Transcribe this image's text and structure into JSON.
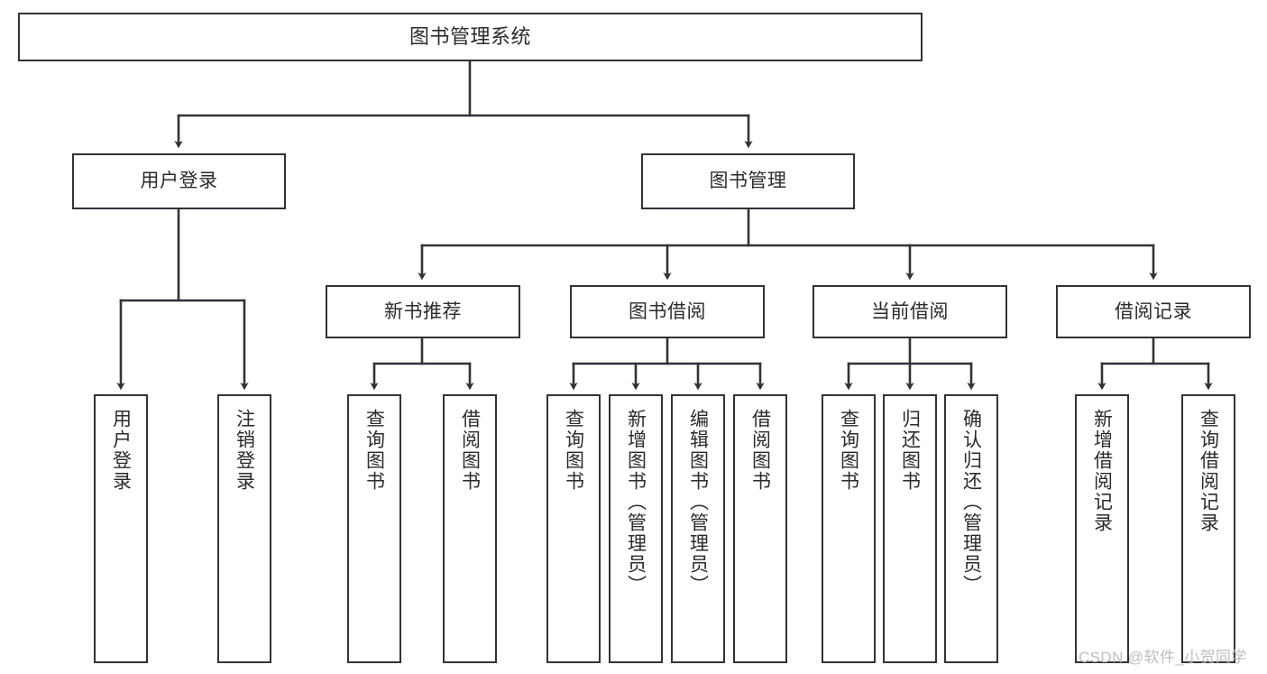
{
  "diagram": {
    "title": "图书管理系统",
    "type": "tree",
    "root": {
      "label": "图书管理系统",
      "id": "root"
    },
    "level2": [
      {
        "id": "user-login",
        "label": "用户登录"
      },
      {
        "id": "book-manage",
        "label": "图书管理"
      }
    ],
    "level3": [
      {
        "id": "new-book-recommend",
        "label": "新书推荐",
        "parent": "book-manage"
      },
      {
        "id": "book-borrow",
        "label": "图书借阅",
        "parent": "book-manage"
      },
      {
        "id": "current-borrow",
        "label": "当前借阅",
        "parent": "book-manage"
      },
      {
        "id": "borrow-record",
        "label": "借阅记录",
        "parent": "book-manage"
      }
    ],
    "leaves": {
      "user-login": [
        {
          "id": "leaf-user-login",
          "label": "用户登录"
        },
        {
          "id": "leaf-user-logout",
          "label": "注销登录"
        }
      ],
      "new-book-recommend": [
        {
          "id": "leaf-query-book-1",
          "label": "查询图书"
        },
        {
          "id": "leaf-borrow-book-1",
          "label": "借阅图书"
        }
      ],
      "book-borrow": [
        {
          "id": "leaf-query-book-2",
          "label": "查询图书"
        },
        {
          "id": "leaf-add-book",
          "label": "新增图书（管理员）"
        },
        {
          "id": "leaf-edit-book",
          "label": "编辑图书（管理员）"
        },
        {
          "id": "leaf-borrow-book-2",
          "label": "借阅图书"
        }
      ],
      "current-borrow": [
        {
          "id": "leaf-query-book-3",
          "label": "查询图书"
        },
        {
          "id": "leaf-return-book",
          "label": "归还图书"
        },
        {
          "id": "leaf-confirm-return",
          "label": "确认归还（管理员）"
        }
      ],
      "borrow-record": [
        {
          "id": "leaf-add-record",
          "label": "新增借阅记录"
        },
        {
          "id": "leaf-query-record",
          "label": "查询借阅记录"
        }
      ]
    }
  },
  "watermark": {
    "text": "CSDN @软件_小贺同学"
  },
  "colors": {
    "stroke": "#32323a",
    "text": "#2b2b2b",
    "background": "#ffffff",
    "watermark": "#bdbdbd"
  }
}
